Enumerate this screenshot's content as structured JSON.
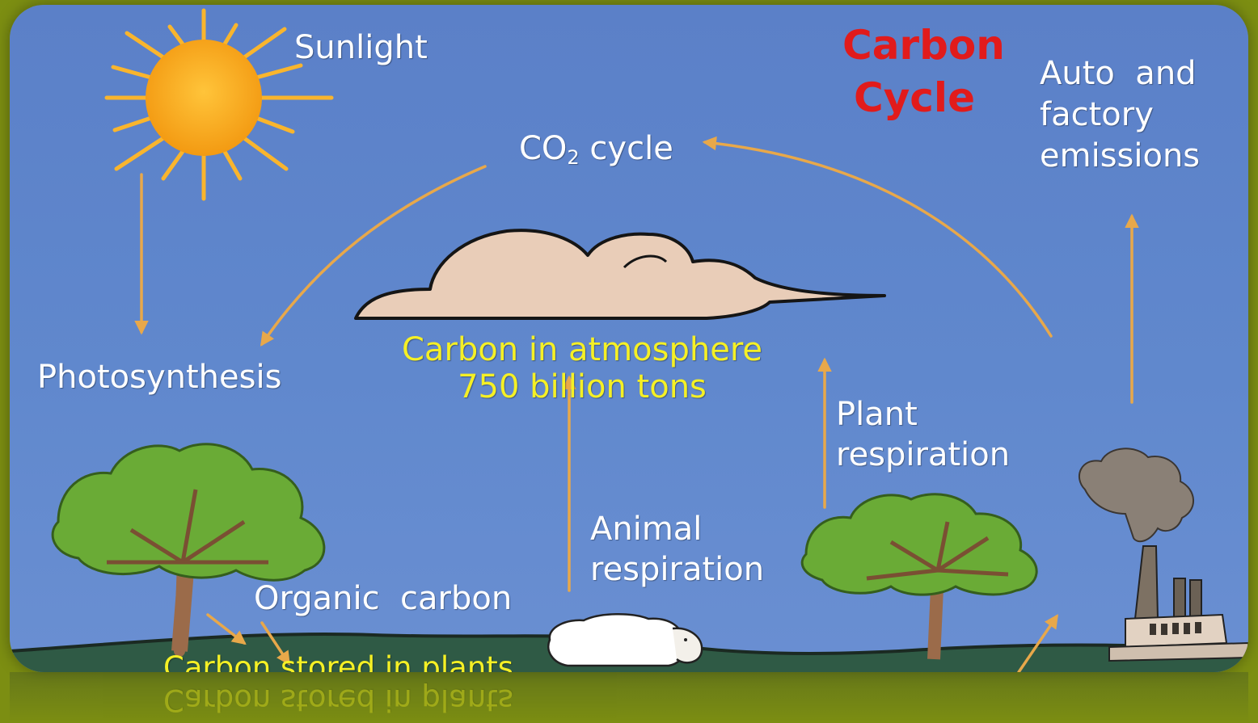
{
  "title": {
    "line1": "Carbon",
    "line2": "Cycle",
    "color": "#e11b1b"
  },
  "labels": {
    "sunlight": "Sunlight",
    "co2_prefix": "CO",
    "co2_subscript": "2",
    "co2_suffix": " cycle",
    "photosynthesis": "Photosynthesis",
    "atmosphere_line1": "Carbon in atmosphere",
    "atmosphere_line2": "750 billion tons",
    "plant_resp_line1": "Plant",
    "plant_resp_line2": "respiration",
    "animal_resp_line1": "Animal",
    "animal_resp_line2": "respiration",
    "organic_carbon": "Organic  carbon",
    "stored_in_plants": "Carbon stored in plants",
    "emissions_line1": "Auto  and",
    "emissions_line2": "factory",
    "emissions_line3": "emissions"
  },
  "colors": {
    "sky": "#5b80c8",
    "border": "#7c8e12",
    "arrow": "#e8a84a",
    "highlight_text": "#f5f025",
    "label_text": "#ffffff",
    "sun": "#f7a21a",
    "cloud": "#e9cdb8",
    "tree_foliage": "#6aab36",
    "trunk": "#9b6b4a",
    "ground": "#2f5a45",
    "smoke": "#8a8076"
  },
  "icons": [
    "sun-icon",
    "cloud-icon",
    "tree-icon",
    "sheep-icon",
    "factory-icon",
    "smoke-icon"
  ]
}
